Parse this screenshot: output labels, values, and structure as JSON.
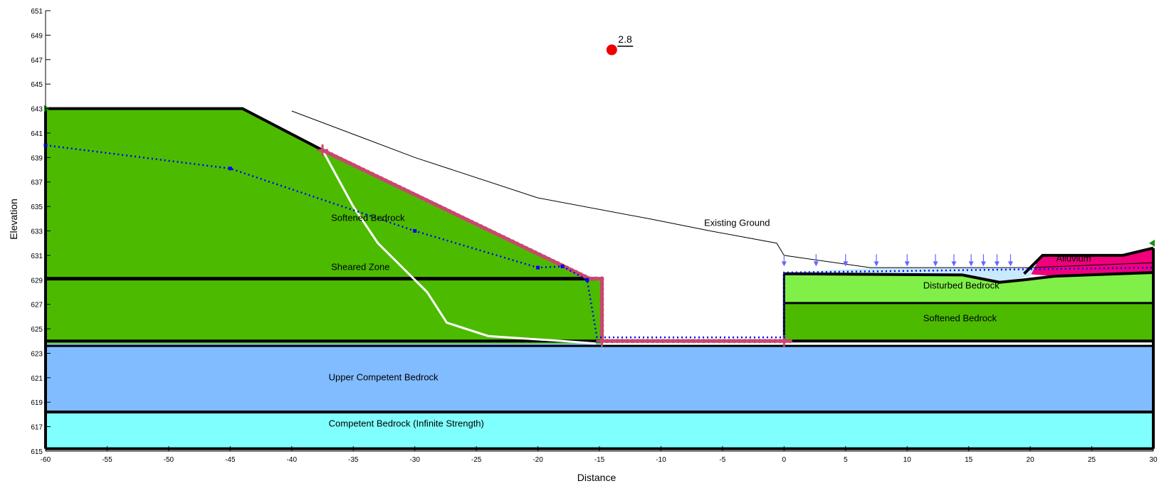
{
  "chart_data": {
    "type": "diagram",
    "xlabel": "Distance",
    "ylabel": "Elevation",
    "xlim": [
      -60,
      30
    ],
    "ylim": [
      615,
      651
    ],
    "x_ticks": [
      -60,
      -55,
      -50,
      -45,
      -40,
      -35,
      -30,
      -25,
      -20,
      -15,
      -10,
      -5,
      0,
      5,
      10,
      15,
      20,
      25,
      30
    ],
    "y_ticks": [
      615,
      617,
      619,
      621,
      623,
      625,
      627,
      629,
      631,
      633,
      635,
      637,
      639,
      641,
      643,
      645,
      647,
      649,
      651
    ],
    "factor_of_safety": {
      "value": "2.8",
      "x": -14,
      "y": 647.8
    },
    "colors": {
      "softened_bedrock": "#4cbb00",
      "disturbed_bedrock": "#80f048",
      "upper_competent_bedrock": "#80bcff",
      "competent_bedrock": "#80ffff",
      "alluvium": "#f0007a",
      "pond": "#c8eaff",
      "water_table": "#0000ff",
      "load_arrows": "#6666ff",
      "reinforcement": "#c8486e",
      "slip_surface": "#ffffff",
      "fs_marker": "#ee0000",
      "boundary": "#000000"
    },
    "regions": [
      {
        "name": "softened-bedrock-upper-left",
        "fill_key": "softened_bedrock",
        "points": [
          [
            -60,
            643
          ],
          [
            -44,
            643
          ],
          [
            -37.5,
            639.6
          ],
          [
            -15.8,
            629.1
          ],
          [
            -60,
            629.1
          ]
        ]
      },
      {
        "name": "sheared-zone-left",
        "fill_key": "softened_bedrock",
        "points": [
          [
            -60,
            629.1
          ],
          [
            -15.8,
            629.1
          ],
          [
            -14.8,
            629.1
          ],
          [
            -14.8,
            624
          ],
          [
            -60,
            624
          ]
        ]
      },
      {
        "name": "thin-strip-left",
        "fill_key": "softened_bedrock",
        "points": [
          [
            -60,
            624
          ],
          [
            -14.8,
            624
          ],
          [
            -14.8,
            623.8
          ],
          [
            -60,
            623.8
          ]
        ]
      },
      {
        "name": "upper-competent-bedrock",
        "fill_key": "upper_competent_bedrock",
        "points": [
          [
            -60,
            623.8
          ],
          [
            -14.8,
            623.8
          ],
          [
            -14.8,
            623.6
          ],
          [
            0,
            623.6
          ],
          [
            30,
            623.6
          ],
          [
            30,
            618.2
          ],
          [
            -60,
            618.2
          ]
        ]
      },
      {
        "name": "competent-bedrock",
        "fill_key": "competent_bedrock",
        "points": [
          [
            -60,
            618.2
          ],
          [
            30,
            618.2
          ],
          [
            30,
            615.2
          ],
          [
            -60,
            615.2
          ]
        ]
      },
      {
        "name": "softened-bedrock-right",
        "fill_key": "softened_bedrock",
        "points": [
          [
            0,
            627.1
          ],
          [
            30,
            627.1
          ],
          [
            30,
            624
          ],
          [
            0,
            624
          ]
        ]
      },
      {
        "name": "disturbed-bedrock-right",
        "fill_key": "disturbed_bedrock",
        "points": [
          [
            0,
            629.5
          ],
          [
            14.5,
            629.4
          ],
          [
            17.5,
            628.8
          ],
          [
            19.5,
            629
          ],
          [
            22,
            629.3
          ],
          [
            30,
            629.6
          ],
          [
            30,
            627.1
          ],
          [
            0,
            627.1
          ]
        ]
      },
      {
        "name": "alluvium",
        "fill_key": "alluvium",
        "points": [
          [
            19.5,
            629.5
          ],
          [
            21,
            631
          ],
          [
            27.5,
            631
          ],
          [
            30,
            631.6
          ],
          [
            30,
            629.6
          ],
          [
            22,
            629.3
          ]
        ]
      },
      {
        "name": "pond",
        "fill_key": "pond",
        "points": [
          [
            0,
            629.6
          ],
          [
            8,
            630
          ],
          [
            14.5,
            630
          ],
          [
            19.5,
            629.9
          ],
          [
            20.5,
            630.3
          ],
          [
            20,
            629.3
          ],
          [
            17.5,
            628.8
          ],
          [
            14.5,
            629.4
          ],
          [
            0,
            629.5
          ]
        ]
      }
    ],
    "boundaries": [
      {
        "points": [
          [
            -60,
            643
          ],
          [
            -44,
            643
          ],
          [
            -37.5,
            639.6
          ]
        ],
        "width": 4
      },
      {
        "points": [
          [
            -60,
            629.1
          ],
          [
            -15.2,
            629.1
          ]
        ],
        "width": 5
      },
      {
        "points": [
          [
            -60,
            624
          ],
          [
            -14.8,
            624
          ]
        ],
        "width": 4
      },
      {
        "points": [
          [
            -60,
            623.6
          ],
          [
            30,
            623.6
          ]
        ],
        "width": 3
      },
      {
        "points": [
          [
            -60,
            618.2
          ],
          [
            30,
            618.2
          ]
        ],
        "width": 4
      },
      {
        "points": [
          [
            -60,
            615.2
          ],
          [
            30,
            615.2
          ]
        ],
        "width": 4
      },
      {
        "points": [
          [
            -60,
            643
          ],
          [
            -60,
            615.2
          ]
        ],
        "width": 4
      },
      {
        "points": [
          [
            30,
            631.6
          ],
          [
            30,
            615.2
          ]
        ],
        "width": 4
      },
      {
        "points": [
          [
            0,
            629.5
          ],
          [
            0,
            624
          ]
        ],
        "width": 3
      },
      {
        "points": [
          [
            0,
            627.1
          ],
          [
            30,
            627.1
          ]
        ],
        "width": 3
      },
      {
        "points": [
          [
            0,
            624
          ],
          [
            30,
            624
          ]
        ],
        "width": 4
      },
      {
        "points": [
          [
            0,
            629.5
          ],
          [
            14.5,
            629.4
          ],
          [
            17.5,
            628.8
          ],
          [
            19.5,
            629
          ],
          [
            22,
            629.3
          ],
          [
            30,
            629.6
          ]
        ],
        "width": 4
      },
      {
        "points": [
          [
            19.5,
            629.5
          ],
          [
            21,
            631
          ],
          [
            27.5,
            631
          ],
          [
            30,
            631.6
          ]
        ],
        "width": 4
      }
    ],
    "existing_ground": {
      "label": "Existing Ground",
      "label_at": [
        -6.5,
        633.4
      ],
      "points": [
        [
          -40,
          642.8
        ],
        [
          -30,
          639
        ],
        [
          -20,
          635.7
        ],
        [
          -11,
          634
        ],
        [
          -6,
          633
        ],
        [
          -0.6,
          632
        ],
        [
          0,
          631
        ],
        [
          7,
          630
        ],
        [
          20,
          630
        ],
        [
          30,
          630.4
        ]
      ]
    },
    "water_table": {
      "points": [
        [
          -60,
          640
        ],
        [
          -45,
          638.1
        ],
        [
          -30,
          633
        ],
        [
          -20,
          630
        ],
        [
          -18,
          630.1
        ],
        [
          -16,
          629
        ],
        [
          -15.2,
          624.3
        ],
        [
          0,
          624.3
        ],
        [
          0,
          629.6
        ],
        [
          30,
          630
        ]
      ],
      "nodes": [
        [
          -60,
          640
        ],
        [
          -45,
          638.1
        ],
        [
          -30,
          633
        ],
        [
          -20,
          630
        ],
        [
          -18,
          630.1
        ],
        [
          -16,
          629
        ]
      ]
    },
    "reinforcement_line": {
      "points": [
        [
          -37.5,
          639.6
        ],
        [
          -15.8,
          629.1
        ],
        [
          -14.8,
          629.1
        ],
        [
          -14.8,
          624
        ],
        [
          0.5,
          624
        ]
      ]
    },
    "slip_surface": {
      "points": [
        [
          -37.5,
          639.6
        ],
        [
          -35,
          635
        ],
        [
          -33,
          632
        ],
        [
          -31,
          630
        ],
        [
          -29,
          628
        ],
        [
          -27.4,
          625.5
        ],
        [
          -24,
          624.4
        ],
        [
          -18,
          624
        ],
        [
          -15.3,
          623.8
        ]
      ]
    },
    "load_arrows_x": [
      0,
      2.6,
      5,
      7.5,
      10,
      12.3,
      13.8,
      15.2,
      16.2,
      17.3,
      18.4
    ],
    "regions_labels": [
      {
        "text": "Softened Bedrock",
        "at": [
          -36.8,
          633.8
        ]
      },
      {
        "text": "Sheared Zone",
        "at": [
          -36.8,
          629.8
        ]
      },
      {
        "text": "Disturbed Bedrock",
        "at": [
          11.3,
          628.3
        ]
      },
      {
        "text": "Softened Bedrock",
        "at": [
          11.3,
          625.6
        ]
      },
      {
        "text": "Upper Competent Bedrock",
        "at": [
          -37,
          620.8
        ]
      },
      {
        "text": "Competent Bedrock (Infinite Strength)",
        "at": [
          -37,
          617
        ]
      },
      {
        "text": "Alluvium",
        "at": [
          22.1,
          630.5
        ]
      }
    ]
  }
}
